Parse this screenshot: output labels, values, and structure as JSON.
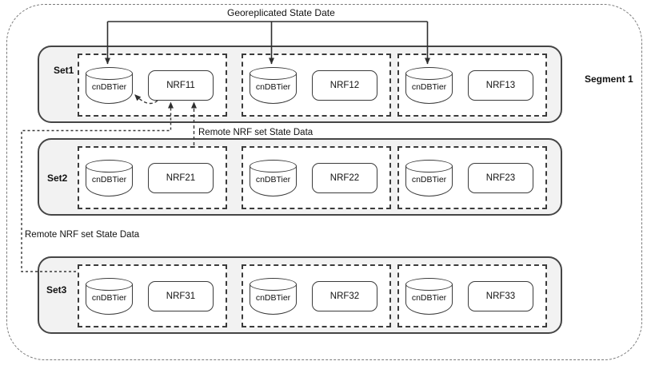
{
  "labels": {
    "georeplicated": "Georeplicated State Date",
    "remote_set2": "Remote NRF set State Data",
    "remote_set3": "Remote NRF set State Data",
    "segment": "Segment 1"
  },
  "sets": [
    {
      "label": "Set1",
      "groups": [
        {
          "db": "cnDBTier",
          "nrf": "NRF11"
        },
        {
          "db": "cnDBTier",
          "nrf": "NRF12"
        },
        {
          "db": "cnDBTier",
          "nrf": "NRF13"
        }
      ]
    },
    {
      "label": "Set2",
      "groups": [
        {
          "db": "cnDBTier",
          "nrf": "NRF21"
        },
        {
          "db": "cnDBTier",
          "nrf": "NRF22"
        },
        {
          "db": "cnDBTier",
          "nrf": "NRF23"
        }
      ]
    },
    {
      "label": "Set3",
      "groups": [
        {
          "db": "cnDBTier",
          "nrf": "NRF31"
        },
        {
          "db": "cnDBTier",
          "nrf": "NRF32"
        },
        {
          "db": "cnDBTier",
          "nrf": "NRF33"
        }
      ]
    }
  ],
  "colors": {
    "row_background": "#f2f2f2",
    "stroke": "#3b3b3b",
    "outer_boundary_stroke": "#7a7a7a",
    "arrow": "#2e2e2e",
    "background": "#ffffff"
  }
}
